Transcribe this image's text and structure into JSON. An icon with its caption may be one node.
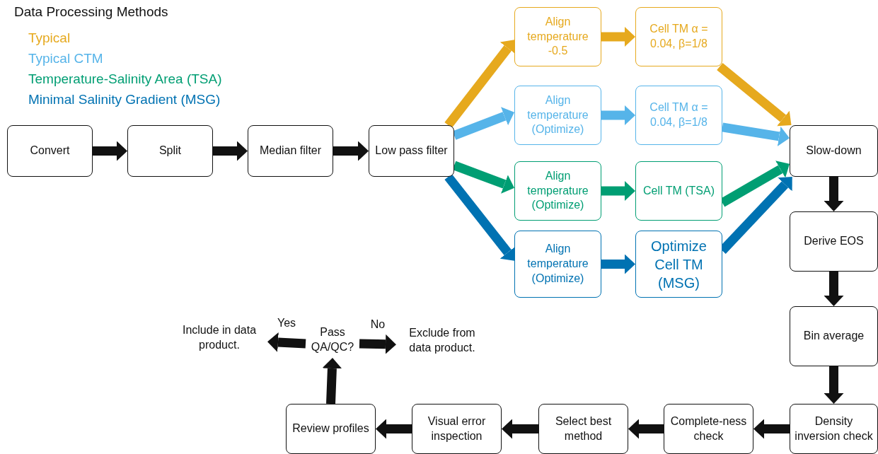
{
  "diagram": {
    "title": "Data Processing Methods",
    "nodes": [
      {
        "text": [
          "Convert"
        ]
      },
      {
        "text": [
          "Split"
        ]
      },
      {
        "text": [
          "Median filter"
        ]
      },
      {
        "text": [
          "Low pass filter"
        ]
      },
      {
        "text": [
          "Align temperature -0.5"
        ]
      },
      {
        "text": [
          "Cell TM α = 0.04, β=1/8"
        ]
      },
      {
        "text": [
          "Align temperature (Optimize)"
        ]
      },
      {
        "text": [
          "Cell TM α = 0.04, β=1/8"
        ]
      },
      {
        "text": [
          "Align temperature (Optimize)"
        ]
      },
      {
        "text": [
          "Cell TM (TSA)"
        ]
      },
      {
        "text": [
          "Align temperature (Optimize)"
        ]
      },
      {
        "text": [
          "Optimize Cell TM (MSG)"
        ]
      },
      {
        "text": [
          "Slow-down"
        ]
      },
      {
        "text": [
          "Derive EOS"
        ]
      },
      {
        "text": [
          "Bin average"
        ]
      },
      {
        "text": [
          "Density inversion check"
        ]
      },
      {
        "text": [
          "Complete-ness check"
        ]
      },
      {
        "text": [
          "Select best method"
        ]
      },
      {
        "text": [
          "Visual error inspection"
        ]
      },
      {
        "text": [
          "Review profiles"
        ]
      },
      {
        "text": [
          "Pass QA/QC?"
        ]
      },
      {
        "text": [
          "Include in data product."
        ]
      },
      {
        "text": [
          "Exclude from data product."
        ]
      }
    ],
    "edges": [
      {
        "from": 0,
        "to": 1,
        "arrow": "to"
      },
      {
        "from": 1,
        "to": 2,
        "arrow": "to"
      },
      {
        "from": 2,
        "to": 3,
        "arrow": "to"
      },
      {
        "from": 3,
        "to": 4,
        "arrow": "to",
        "color": "#e6a91e"
      },
      {
        "from": 3,
        "to": 6,
        "arrow": "to",
        "color": "#56b4e9"
      },
      {
        "from": 3,
        "to": 8,
        "arrow": "to",
        "color": "#009e73"
      },
      {
        "from": 3,
        "to": 10,
        "arrow": "to",
        "color": "#0072b2"
      },
      {
        "from": 4,
        "to": 5,
        "arrow": "to",
        "color": "#e6a91e"
      },
      {
        "from": 6,
        "to": 7,
        "arrow": "to",
        "color": "#56b4e9"
      },
      {
        "from": 8,
        "to": 9,
        "arrow": "to",
        "color": "#009e73"
      },
      {
        "from": 10,
        "to": 11,
        "arrow": "to",
        "color": "#0072b2"
      },
      {
        "from": 5,
        "to": 12,
        "arrow": "to",
        "color": "#e6a91e"
      },
      {
        "from": 7,
        "to": 12,
        "arrow": "to",
        "color": "#56b4e9"
      },
      {
        "from": 9,
        "to": 12,
        "arrow": "to",
        "color": "#009e73"
      },
      {
        "from": 11,
        "to": 12,
        "arrow": "to",
        "color": "#0072b2"
      },
      {
        "from": 12,
        "to": 13,
        "arrow": "to"
      },
      {
        "from": 13,
        "to": 14,
        "arrow": "to"
      },
      {
        "from": 14,
        "to": 15,
        "arrow": "to"
      },
      {
        "from": 15,
        "to": 16,
        "arrow": "to"
      },
      {
        "from": 16,
        "to": 17,
        "arrow": "to"
      },
      {
        "from": 17,
        "to": 18,
        "arrow": "to"
      },
      {
        "from": 18,
        "to": 19,
        "arrow": "to"
      },
      {
        "from": 19,
        "to": 20,
        "arrow": "to"
      },
      {
        "from": 20,
        "to": 21,
        "arrow": "to",
        "label": "Yes"
      },
      {
        "from": 20,
        "to": 22,
        "arrow": "to",
        "label": "No"
      }
    ],
    "legend": [
      {
        "text": "Typical",
        "color": "#e6a91e"
      },
      {
        "text": "Typical CTM",
        "color": "#56b4e9"
      },
      {
        "text": "Temperature-Salinity Area (TSA)",
        "color": "#009e73"
      },
      {
        "text": "Minimal Salinity Gradient (MSG)",
        "color": "#0072b2"
      }
    ]
  }
}
